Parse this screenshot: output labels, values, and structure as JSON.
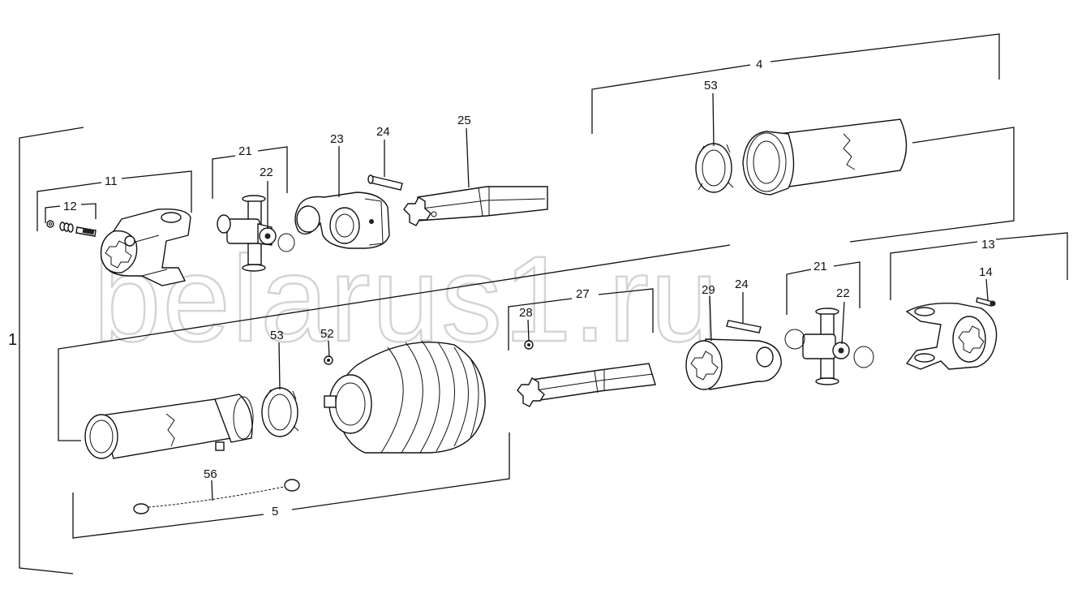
{
  "watermark": "belarus1.ru",
  "assembly_label": "1",
  "callouts": {
    "c4": "4",
    "c53a": "53",
    "c11": "11",
    "c12": "12",
    "c21a": "21",
    "c22a": "22",
    "c23": "23",
    "c24a": "24",
    "c25": "25",
    "c13": "13",
    "c14": "14",
    "c21b": "21",
    "c22b": "22",
    "c24b": "24",
    "c29": "29",
    "c27": "27",
    "c28": "28",
    "c53b": "53",
    "c52": "52",
    "c56": "56",
    "c5": "5"
  }
}
